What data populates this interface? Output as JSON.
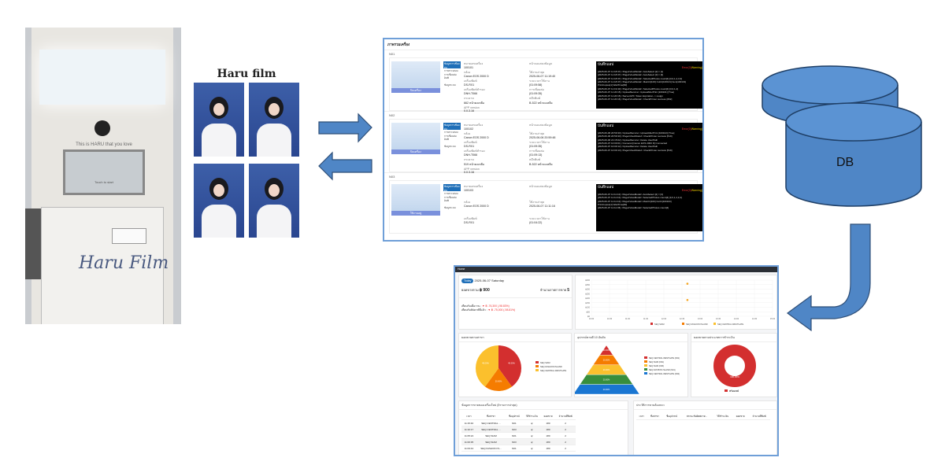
{
  "kiosk": {
    "tagline": "This is HARU that you love",
    "screen_text": "Touch to start",
    "logo": "Haru Film"
  },
  "photos": {
    "title": "Haru film"
  },
  "db": {
    "label": "DB"
  },
  "machines_page": {
    "title": "ภาพรวมเครื่อง",
    "machines": [
      {
        "id": "N01",
        "status_btn": "ปิดเครื่อง",
        "tabs": [
          "ข้อมูลการเชื่อมต่อ",
          "การตรวจสอบการเชื่อมต่อ",
          "อินพิ",
          "ข้อมูลระบบ"
        ],
        "fields": [
          [
            "หมายเลขเครื่อง",
            "100101"
          ],
          [
            "หน้าจอแสดงข้อมูล",
            ""
          ],
          [
            "กล้อง",
            "Canon EOS 2000 D"
          ],
          [
            "ใช้งานล่าสุด",
            "2025-06-07 11:19:40"
          ],
          [
            "เครื่องพิมพ์",
            "DS-RX1"
          ],
          [
            "ระยะเวลาใช้งาน",
            "(01:09:58)"
          ],
          [
            "เครื่องพิมพ์สำรอง",
            "DNH-T066"
          ],
          [
            "การเชื่อมต่อ",
            "(01:09:35)"
          ],
          [
            "กระดาษ",
            "662 หน้าคงเหลือ"
          ],
          [
            "หมึกพิมพ์",
            "B-522 หน้าคงเหลือ"
          ],
          [
            "APP version",
            "0.0.3.16"
          ],
          [
            "",
            ""
          ]
        ],
        "log_title": "บันทึกแอป",
        "errors": "Error(0)",
        "warnings": "Warning(0)",
        "log": [
          "[2025-06-07 11:18:37] <Page1ViewModel> AutoSelect [2] = [1]",
          "[2025-06-07 11:18:37] <Page1ViewModel> AutoSelect [3] = [3]",
          "[2025-06-07 11:18:37] <Page1ViewModel> SelectedPhotos count[4] [3,0,1,4,3,3]",
          "[2025-06-07 11:18:37] <Page1ViewModel> MainCi[100] CutCi[100101] Item[100101]",
          "PrintCopies[1] WaitTime[60]",
          "[2025-06-07 11:19:40] <Page1ViewModel> SelectedPhotos count[4] [3,0,1,4]",
          "[2025-06-07 11:20:15] <UploadService> UploadAfterPrint [100101] [True]",
          "[2025-06-07 11:20:15] <ServerAPI> Token Expiration -> resign",
          "[2025-06-07 11:20:16] <Page1ViewModel> CheckPrinter success [662]"
        ]
      },
      {
        "id": "N02",
        "status_btn": "ปิดเครื่อง",
        "tabs": [
          "ข้อมูลการเชื่อมต่อ",
          "การตรวจสอบการเชื่อมต่อ",
          "อินพิ",
          "ข้อมูลระบบ"
        ],
        "fields": [
          [
            "หมายเลขเครื่อง",
            "100102"
          ],
          [
            "หน้าจอแสดงข้อมูล",
            ""
          ],
          [
            "กล้อง",
            "Canon EOS 2000 D"
          ],
          [
            "ใช้งานล่าสุด",
            "2025-06-06 20:59:48"
          ],
          [
            "เครื่องพิมพ์",
            "DS-RX1"
          ],
          [
            "ระยะเวลาใช้งาน",
            "(01:09:35)"
          ],
          [
            "เครื่องพิมพ์สำรอง",
            "DNH-T066"
          ],
          [
            "การเชื่อมต่อ",
            "(01:09:13)"
          ],
          [
            "กระดาษ",
            "519 หน้าคงเหลือ"
          ],
          [
            "หมึกพิมพ์",
            "B-522 หน้าคงเหลือ"
          ],
          [
            "APP version",
            "0.0.3.16"
          ],
          [
            "",
            ""
          ]
        ],
        "log_title": "บันทึกแอป",
        "errors": "Error(0)",
        "warnings": "Warning(0)",
        "log": [
          "[2025-06-06 20:59:30] <UploadService> UploadAfterPrint [100102] [True]",
          "[2025-06-06 20:59:30] <Page1ViewModel> CheckPrinter success [519]",
          "[2025-06-06 21:15:02] <UploadService> Delete UserPath",
          "[2025-06-07 10:00:01] <Camera>[Canon EOS 2000 D] Connected",
          "[2025-06-07 10:00:12] <UploadService> Delete UserPath",
          "[2025-06-07 10:00:13] <Page1ViewModel> CheckPrinter success [519]"
        ]
      },
      {
        "id": "N03",
        "status_btn": "ใช้งานอยู่",
        "tabs": [
          "ข้อมูลการเชื่อมต่อ",
          "การตรวจสอบการเชื่อมต่อ",
          "อินพิ",
          "ข้อมูลระบบ"
        ],
        "fields": [
          [
            "หมายเลขเครื่อง",
            "100103"
          ],
          [
            "หน้าจอแสดงข้อมูล",
            ""
          ],
          [
            "กล้อง",
            "Canon EOS 2000 D"
          ],
          [
            "ใช้งานล่าสุด",
            "2025-06-07 11:11:16"
          ],
          [
            "เครื่องพิมพ์",
            "DS-RX1"
          ],
          [
            "ระยะเวลาใช้งาน",
            "(01:04:22)"
          ]
        ],
        "log_title": "บันทึกแอป",
        "errors": "Error(0)",
        "warnings": "Warning(0)",
        "log": [
          "[2025-06-07 11:11:10] <Page1ViewModel> AutoSelect [2] = [3]",
          "[2025-06-07 11:11:10] <Page1ViewModel> SelectedPhotos count[4] [3,0,1,4,3,4]",
          "[2025-06-07 11:11:10] <Page1ViewModel> MainCi[100] CutCi[100103]",
          "PrintCopies[1] WaitTime[60]",
          "[2025-06-07 11:11:45] <Page1ViewModel> SelectedPhotos count[4]"
        ]
      }
    ]
  },
  "dashboard": {
    "nav": "Home",
    "today_badge": "Today",
    "date": "2025-06-07 Saturday",
    "sales_label": "ยอดขายรวม",
    "sales_value": "฿ 900",
    "tx_label": "จำนวนรายการขาย",
    "tx_value": "5",
    "compare1_label": "เทียบกับเมื่อวาน :",
    "compare1_value": "▼ ฿ -76,300 (-98.83%)",
    "compare2_label": "เทียบกับสัปดาห์ที่แล้ว :",
    "compare2_value": "▼ ฿ -75,000 (-98.81%)",
    "scatter": {
      "y_ticks": [
        "฿0",
        "฿50",
        "฿100",
        "฿150",
        "฿200",
        "฿250",
        "฿300",
        "฿350",
        "฿400"
      ],
      "x_ticks": [
        "10:00",
        "10:30",
        "11:00",
        "11:30",
        "12:00",
        "12:30",
        "13:00",
        "13:30",
        "14:00",
        "14:30",
        "15:00"
      ],
      "points": [
        {
          "x": 0.53,
          "y": 360
        },
        {
          "x": 0.53,
          "y": 180
        }
      ],
      "legend": [
        "SEQ SIAM",
        "SEQ FASHION ISLAND",
        "SEQ CENTRAL WESTGATE"
      ]
    },
    "pie": {
      "title": "ยอดขายตามสาขา",
      "slices": [
        {
          "label": "SEQ SIAM",
          "value": 40,
          "text": "40.00%",
          "color": "#d32f2f"
        },
        {
          "label": "SEQ FASHION ISLAND",
          "value": 20,
          "text": "20.00%",
          "color": "#f57c00"
        },
        {
          "label": "SEQ CENTRAL WESTGATE",
          "value": 40,
          "text": "40.00%",
          "color": "#fbc02d"
        }
      ]
    },
    "pyramid": {
      "title": "อุปกรณ์ขายดี 10 อันดับ",
      "levels": [
        {
          "label": "SEQ CENTRAL WESTGATE (N01)",
          "text": "20.00%",
          "color": "#d32f2f"
        },
        {
          "label": "SEQ SIAM (N01)",
          "text": "20.00%",
          "color": "#f57c00"
        },
        {
          "label": "SEQ SIAM (N03)",
          "text": "20.00%",
          "color": "#fbc02d"
        },
        {
          "label": "SEQ FASHION ISLAND (N01)",
          "text": "20.00%",
          "color": "#388e3c"
        },
        {
          "label": "SEQ CENTRAL WESTGATE (N02)",
          "text": "20.00%",
          "color": "#1976d2"
        }
      ]
    },
    "donut": {
      "title": "ยอดขายตามประเภทการชำระเงิน",
      "label": "พร้อมเพย์",
      "text": "100.00%",
      "color": "#d32f2f"
    },
    "table1": {
      "title": "ข้อมูลการขายของเครื่องใหม่ (5รายการล่าสุด)",
      "headers": [
        "เวลา",
        "ชื่อสาขา",
        "ชื่ออุปกรณ์",
        "วิธีชำระเงิน",
        "ยอดขาย",
        "จำนวนที่พิมพ์"
      ],
      "rows": [
        [
          "11:15:40",
          "SEQ CENTRAL ...",
          "N01",
          "qr",
          "180",
          "2"
        ],
        [
          "11:10:17",
          "SEQ CENTRAL ...",
          "N03",
          "qr",
          "180",
          "2"
        ],
        [
          "11:05:24",
          "SEQ SIAM",
          "N01",
          "qr",
          "180",
          "2"
        ],
        [
          "11:00:35",
          "SEQ SIAM",
          "N03",
          "qr",
          "180",
          "2"
        ],
        [
          "11:03:44",
          "SEQ FASHION IS...",
          "N01",
          "qr",
          "180",
          "2"
        ]
      ]
    },
    "table2": {
      "title": "ประวัติการขายล้มเหลว",
      "headers": [
        "เวลา",
        "ชื่อสาขา",
        "ชื่ออุปกรณ์",
        "สถานะข้อผิดพลาด...",
        "วิธีชำระเงิน",
        "ยอดขาย",
        "จำนวนที่พิมพ์"
      ]
    }
  }
}
